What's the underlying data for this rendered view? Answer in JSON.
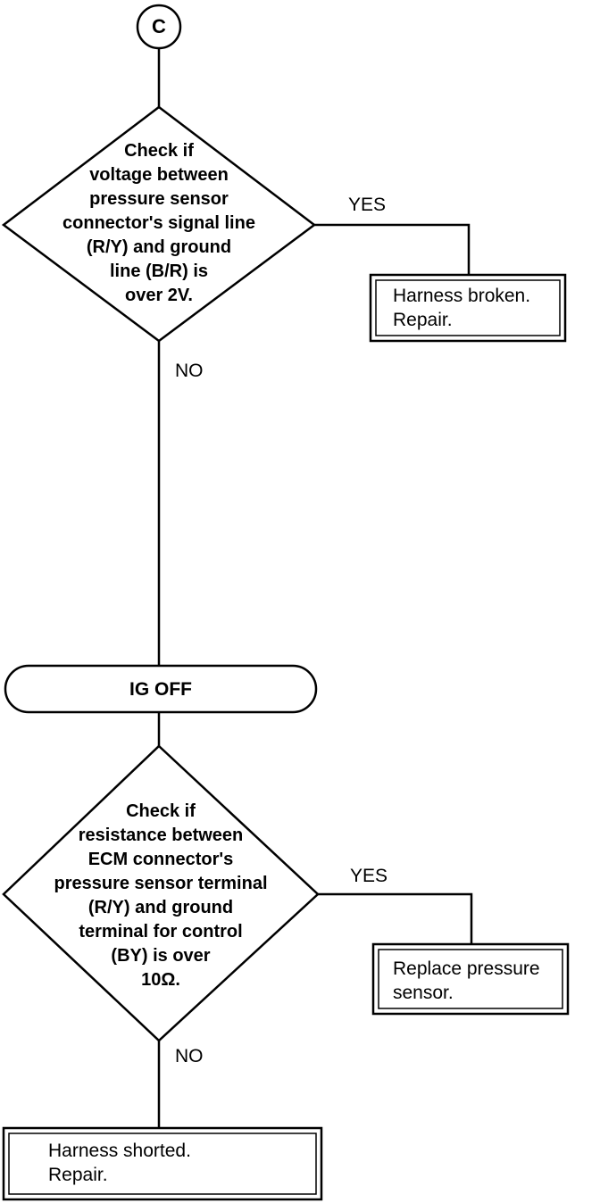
{
  "connector": {
    "label": "C"
  },
  "decision1": {
    "text": "Check if\nvoltage between\npressure sensor\nconnector's signal line\n(R/Y) and ground\nline (B/R) is\nover 2V.",
    "yes": "YES",
    "no": "NO"
  },
  "result1": {
    "text": "Harness broken.\nRepair."
  },
  "terminator": {
    "label": "IG OFF"
  },
  "decision2": {
    "text": "Check if\nresistance between\nECM connector's\npressure sensor terminal\n(R/Y) and ground\nterminal for control\n(BY) is over\n10Ω.",
    "yes": "YES",
    "no": "NO"
  },
  "result2": {
    "text": "Replace pressure\nsensor."
  },
  "result3": {
    "text": "Harness shorted.\nRepair."
  }
}
